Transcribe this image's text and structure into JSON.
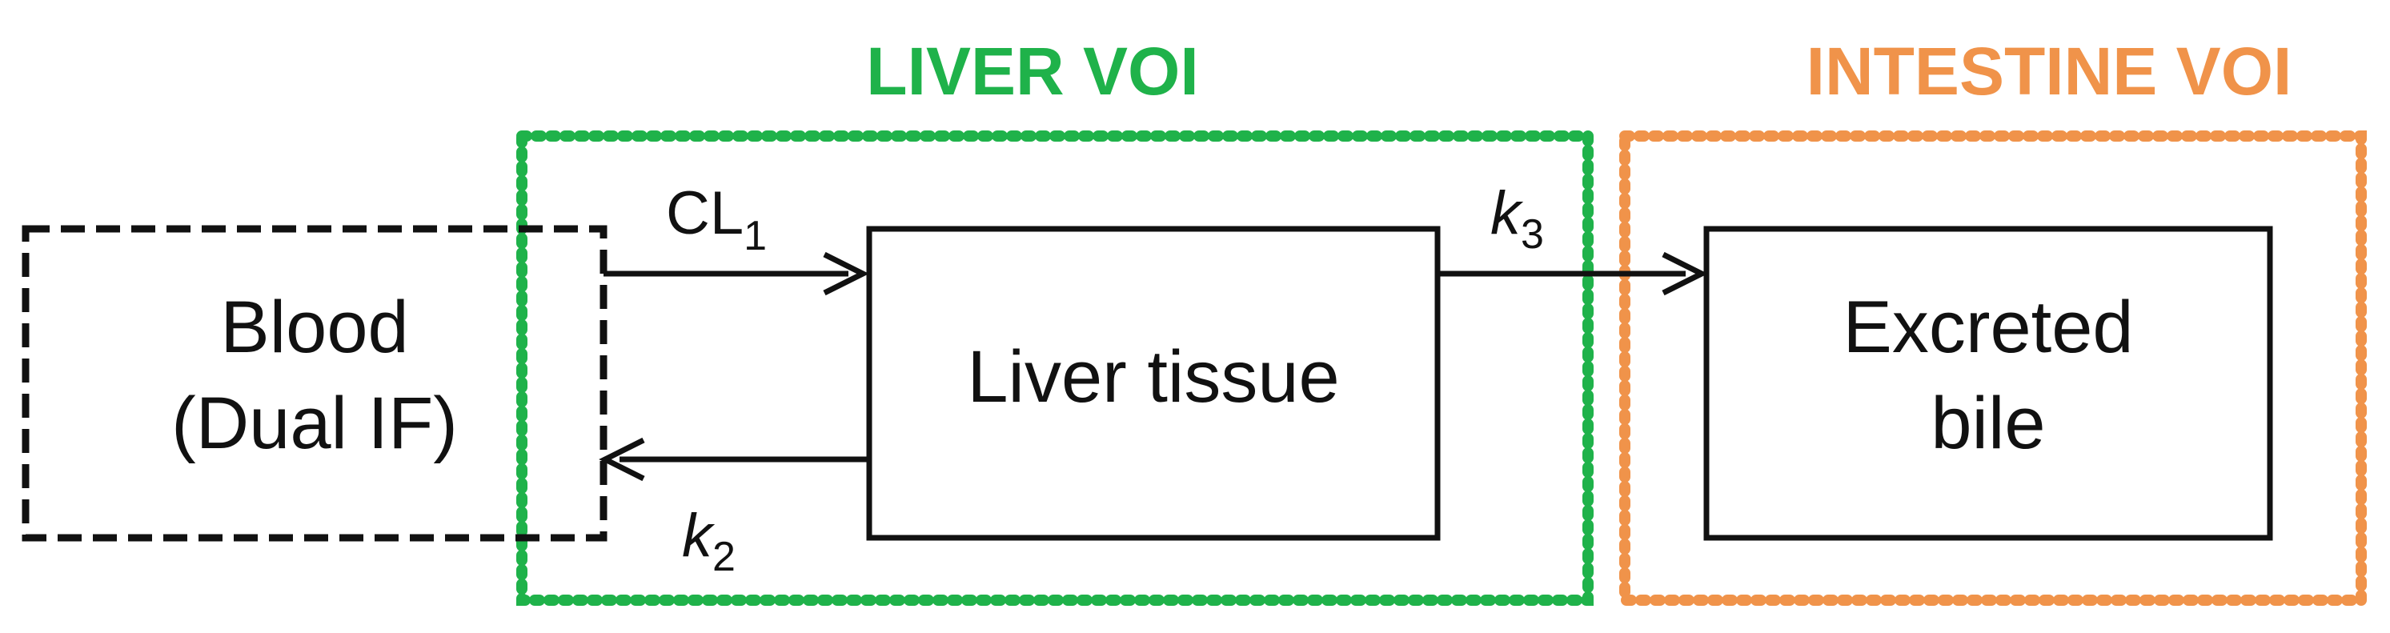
{
  "colors": {
    "liver_voi": "#1fb24a",
    "intestine_voi": "#f0934a",
    "box_stroke": "#111111",
    "blood_stroke": "#111111"
  },
  "voi": {
    "liver_title": "LIVER VOI",
    "intestine_title": "INTESTINE VOI"
  },
  "compartments": {
    "blood_line1": "Blood",
    "blood_line2": "(Dual IF)",
    "liver": "Liver tissue",
    "bile_line1": "Excreted",
    "bile_line2": "bile"
  },
  "rates": {
    "cl1_main": "CL",
    "cl1_sub": "1",
    "k2_main": "k",
    "k2_sub": "2",
    "k3_main": "k",
    "k3_sub": "3"
  }
}
